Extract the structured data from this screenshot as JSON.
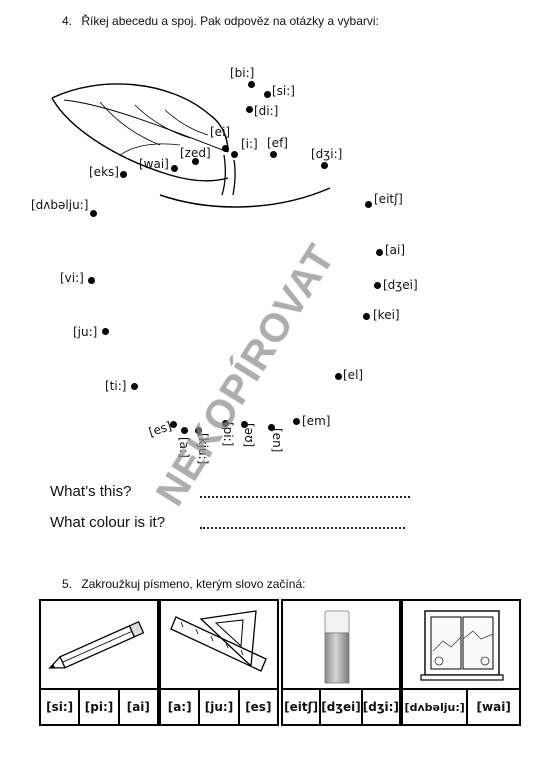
{
  "task4": {
    "number": "4.",
    "instruction": "Říkej abecedu a spoj. Pak odpověz na otázky a vybarvi:",
    "labels": {
      "bi": "[bi:]",
      "si": "[si:]",
      "di": "[di:]",
      "ei": "[ei]",
      "i": "[i:]",
      "ef": "[ef]",
      "dzi": "[dʒi:]",
      "zed": "[zed]",
      "wai": "[wai]",
      "eks": "[eks]",
      "dabl": "[dʌbəlju:]",
      "eitsh": "[eitʃ]",
      "ai": "[ai]",
      "dzei": "[dʒei]",
      "kei": "[kei]",
      "el": "[el]",
      "em": "[em]",
      "vi": "[vi:]",
      "ju": "[ju:]",
      "ti": "[ti:]",
      "es": "[es]",
      "a": "[a:]",
      "kju": "[kju:]",
      "pi": "[pi:]",
      "eu": "[əʊ]",
      "en": "[en]"
    },
    "questions": [
      {
        "text": "What’s this?"
      },
      {
        "text": "What colour is it?"
      }
    ]
  },
  "task5": {
    "number": "5.",
    "instruction": "Zakroužkuj písmeno, kterým slovo začíná:",
    "boxes": [
      {
        "picture": "pencil-icon",
        "options": [
          "[si:]",
          "[pi:]",
          "[ai]"
        ]
      },
      {
        "picture": "set-square-ruler-icon",
        "options": [
          "[a:]",
          "[ju:]",
          "[es]"
        ]
      },
      {
        "picture": "glue-stick-icon",
        "options": [
          "[eitʃ]",
          "[dʒei]",
          "[dʒi:]"
        ]
      },
      {
        "picture": "window-icon",
        "options": [
          "[dʌbəlju:]",
          "[wai]"
        ]
      }
    ]
  },
  "watermark": "NEKOPÍROVAT"
}
